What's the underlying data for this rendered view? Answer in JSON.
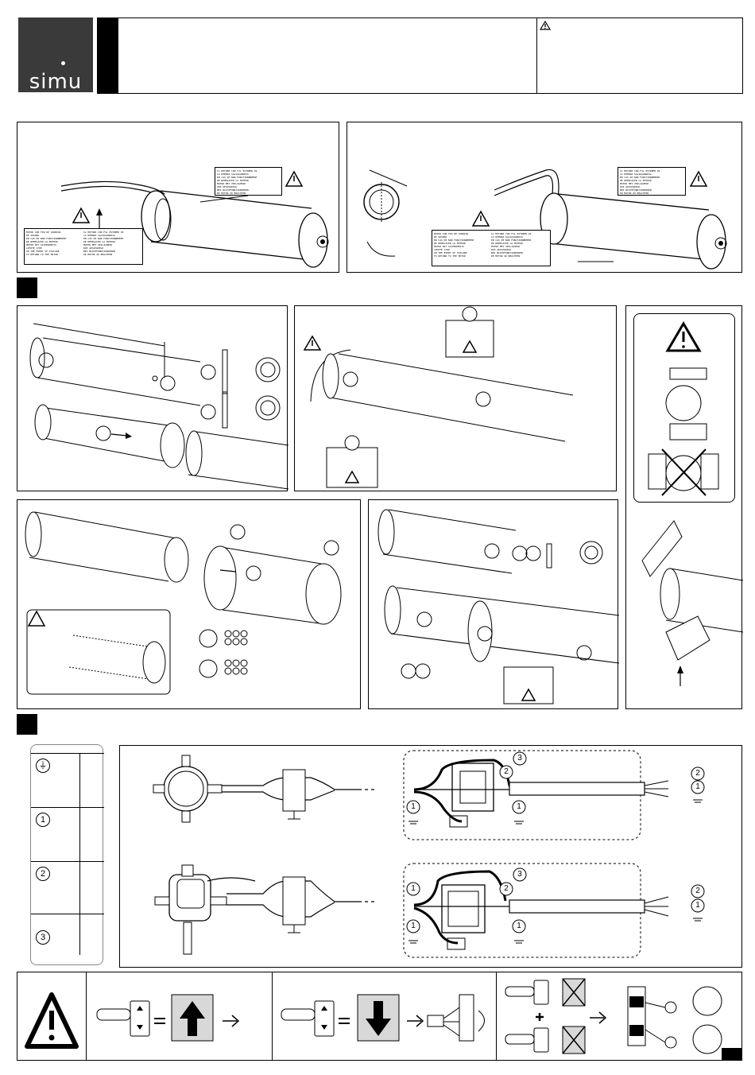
{
  "brand": {
    "logo_text": "simu"
  },
  "warning_symbol": "warning-triangle-icon",
  "label_text": {
    "left_label": "MOTOR CON FIN DE CORRIDA\nDE SEGURO\nEN CAS DE NON FONCTIONNEMENT\nDE REMPLACER LA MOTEUR\nMOTOR MIT SICHERHEITS\nLIMITE STOP\nIN THE EVENT OF FAILURE\nTO RETURN TO THE MOTOR",
    "right_label": "IL MOTORE CON FIL ESTREMO DI\nLA DEMORA SALVAGUARDIA\nEN CAS DE NON FONCTIONNEMENT\nDE REMPLACER LA MOTEUR\nMOTOR MET VEILIGHEID\nDIE GESCHAKELD\nBEI NICHTFUNKTIONIEREN\nDE MOTOR ZU BEACHTEN"
  },
  "sections": [
    {
      "id": "section-2"
    },
    {
      "id": "section-3"
    }
  ],
  "wiring_legend": [
    {
      "symbol": "⏚",
      "name": "earth"
    },
    {
      "symbol": "1",
      "name": "wire-1"
    },
    {
      "symbol": "2",
      "name": "wire-2"
    },
    {
      "symbol": "3",
      "name": "wire-3"
    }
  ],
  "wiring_numbers": {
    "top": {
      "n3": "3",
      "n2": "2",
      "n1a": "1",
      "n1b": "1",
      "out2": "2",
      "out1": "1"
    },
    "bottom": {
      "n3": "3",
      "n2": "2",
      "n1a": "1",
      "n1b": "1",
      "n1c": "1",
      "out2": "2",
      "out1": "1"
    }
  },
  "colors": {
    "dark": "#000000",
    "logo_bg": "#3a3a3a",
    "gray": "#d8d8d8"
  }
}
